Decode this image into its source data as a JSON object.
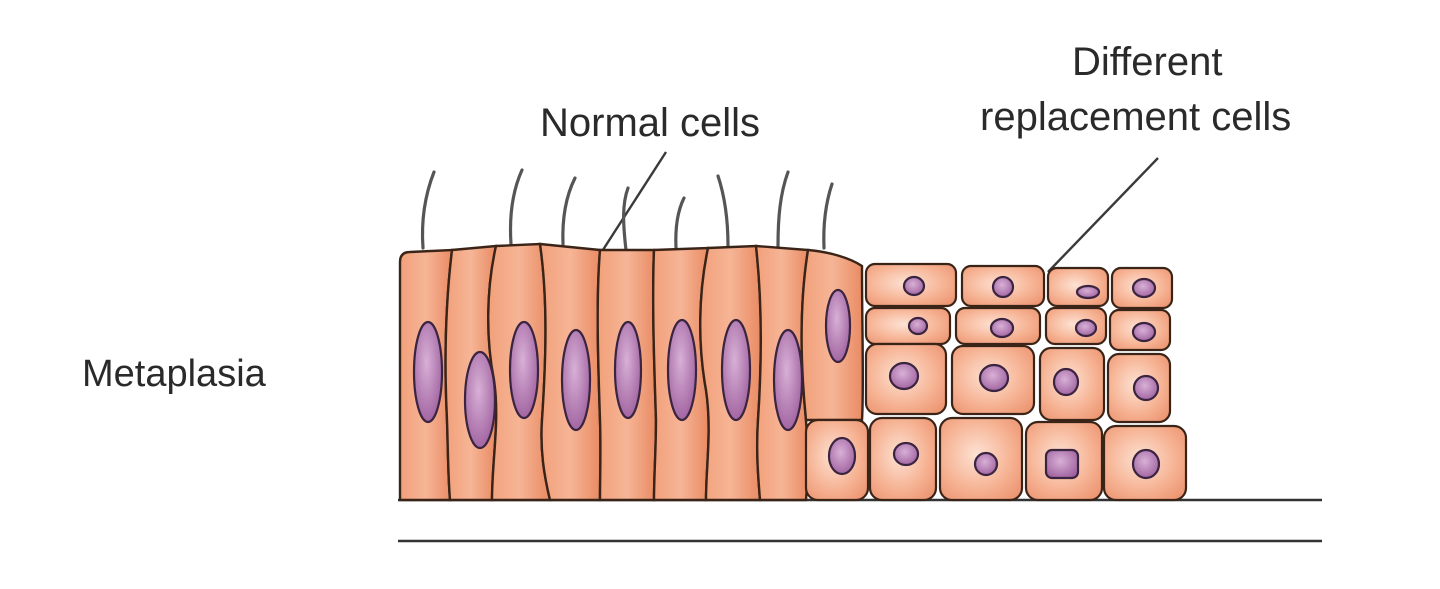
{
  "labels": {
    "row_label": "Metaplasia",
    "normal": "Normal cells",
    "replacement_line1": "Different",
    "replacement_line2": "replacement cells"
  },
  "colors": {
    "cell_light": "#fbd3bf",
    "cell_mid": "#f3a07c",
    "cell_dark": "#e07e58",
    "nucleus_light": "#c99ac8",
    "nucleus_dark": "#8a4a8a",
    "outline": "#3a2418",
    "text": "#2a2a2a"
  }
}
